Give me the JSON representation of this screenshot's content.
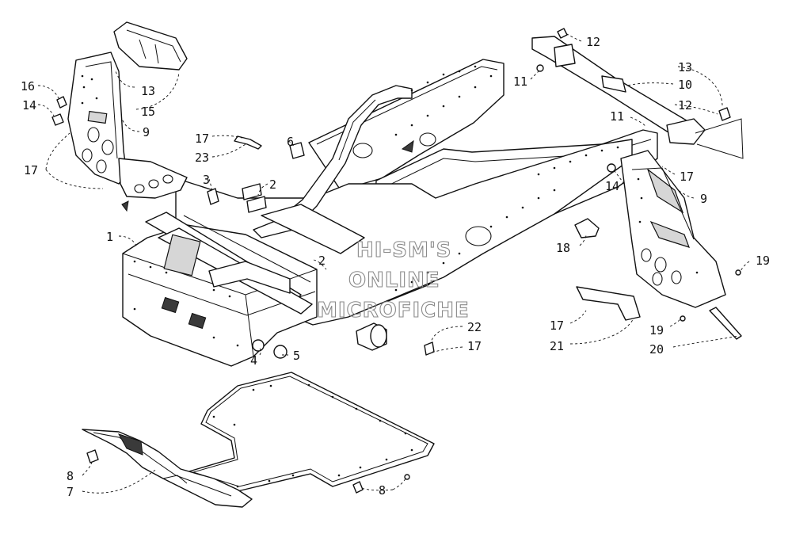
{
  "diagram": {
    "watermark_lines": [
      "HI-SM'S",
      "ONLINE",
      "MICROFICHE"
    ],
    "callouts": [
      {
        "id": "c-16",
        "text": "16"
      },
      {
        "id": "c-14a",
        "text": "14"
      },
      {
        "id": "c-13a",
        "text": "13"
      },
      {
        "id": "c-15",
        "text": "15"
      },
      {
        "id": "c-9a",
        "text": "9"
      },
      {
        "id": "c-17a",
        "text": "17"
      },
      {
        "id": "c-17b",
        "text": "17"
      },
      {
        "id": "c-23",
        "text": "23"
      },
      {
        "id": "c-6",
        "text": "6"
      },
      {
        "id": "c-3",
        "text": "3"
      },
      {
        "id": "c-2a",
        "text": "2"
      },
      {
        "id": "c-1",
        "text": "1"
      },
      {
        "id": "c-2b",
        "text": "2"
      },
      {
        "id": "c-4",
        "text": "4"
      },
      {
        "id": "c-5",
        "text": "5"
      },
      {
        "id": "c-22",
        "text": "22"
      },
      {
        "id": "c-17c",
        "text": "17"
      },
      {
        "id": "c-12a",
        "text": "12"
      },
      {
        "id": "c-11a",
        "text": "11"
      },
      {
        "id": "c-13b",
        "text": "13"
      },
      {
        "id": "c-10",
        "text": "10"
      },
      {
        "id": "c-12b",
        "text": "12"
      },
      {
        "id": "c-11b",
        "text": "11"
      },
      {
        "id": "c-14b",
        "text": "14"
      },
      {
        "id": "c-17d",
        "text": "17"
      },
      {
        "id": "c-9b",
        "text": "9"
      },
      {
        "id": "c-18",
        "text": "18"
      },
      {
        "id": "c-19a",
        "text": "19"
      },
      {
        "id": "c-17e",
        "text": "17"
      },
      {
        "id": "c-19b",
        "text": "19"
      },
      {
        "id": "c-21",
        "text": "21"
      },
      {
        "id": "c-20",
        "text": "20"
      },
      {
        "id": "c-8a",
        "text": "8"
      },
      {
        "id": "c-7",
        "text": "7"
      },
      {
        "id": "c-8b",
        "text": "8"
      }
    ]
  }
}
